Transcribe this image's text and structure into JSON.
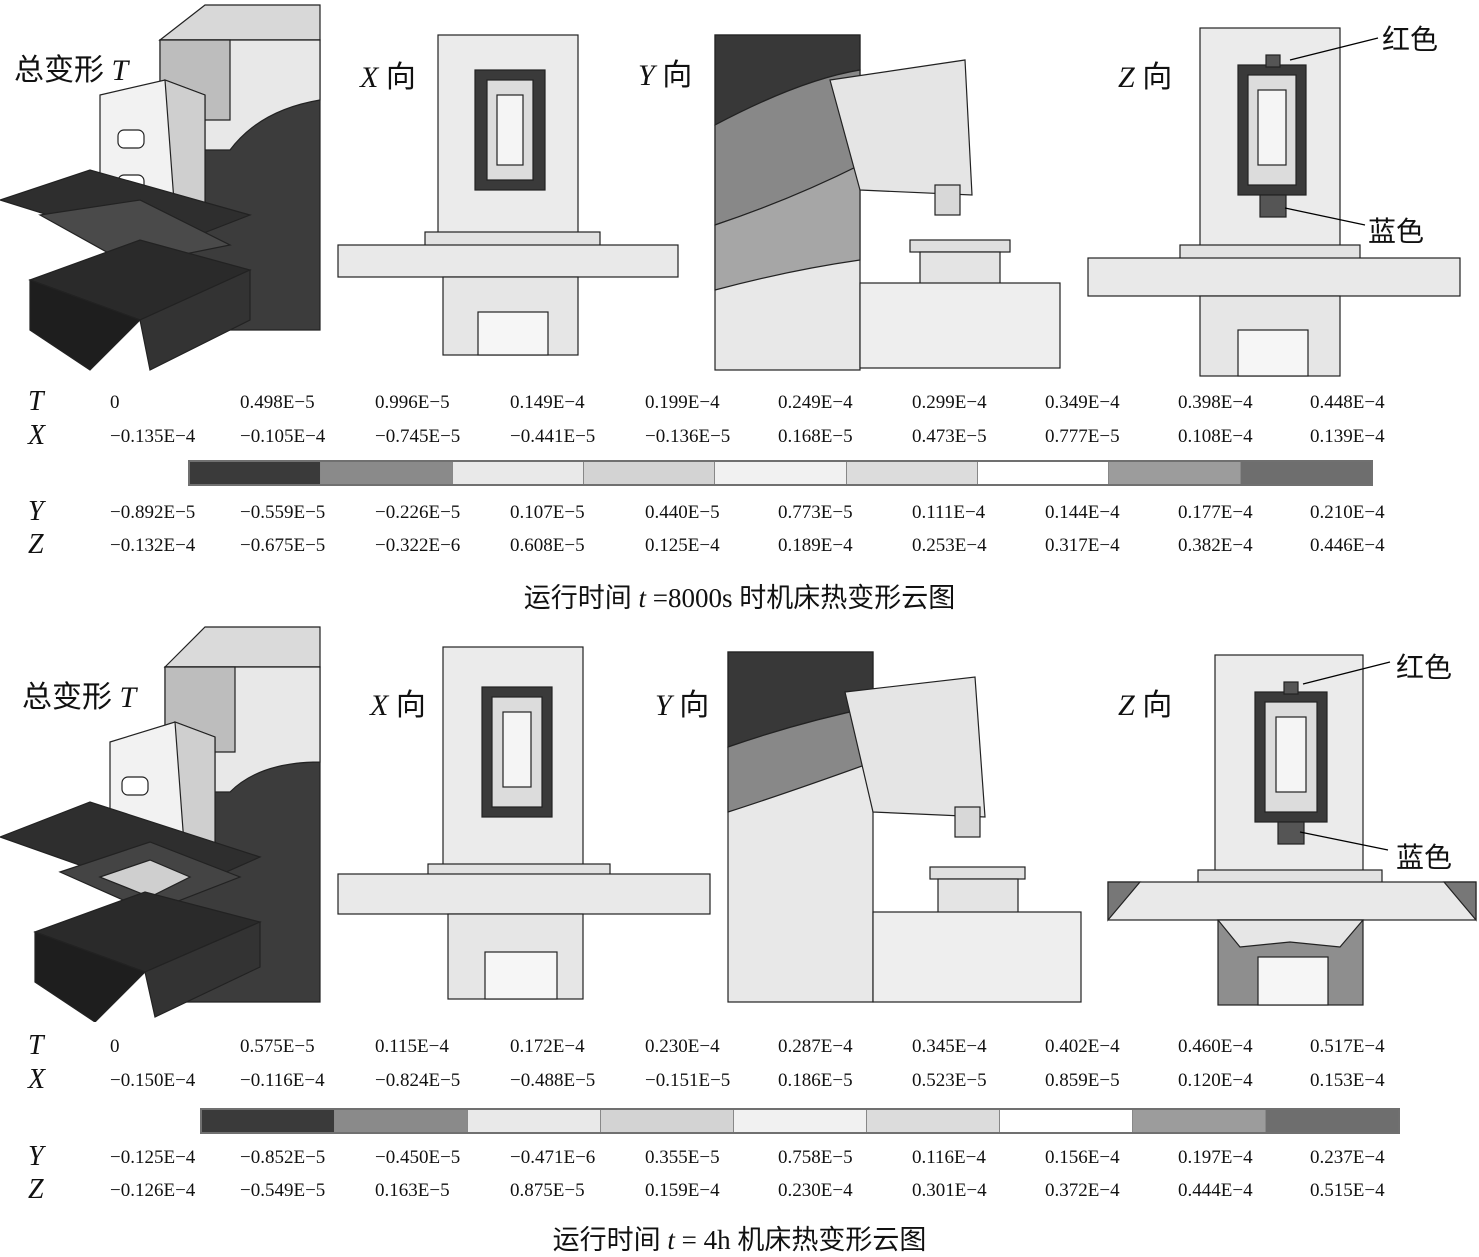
{
  "figure_top": {
    "total_label_prefix": "总变形",
    "total_label_symbol": "T",
    "x_label_symbol": "X",
    "x_label_suffix": "向",
    "y_label_symbol": "Y",
    "y_label_suffix": "向",
    "z_label_symbol": "Z",
    "z_label_suffix": "向",
    "callout_red": "红色",
    "callout_blue": "蓝色",
    "rows": {
      "T": {
        "symbol": "T",
        "values": [
          "0",
          "0.498E−5",
          "0.996E−5",
          "0.149E−4",
          "0.199E−4",
          "0.249E−4",
          "0.299E−4",
          "0.349E−4",
          "0.398E−4",
          "0.448E−4"
        ]
      },
      "X": {
        "symbol": "X",
        "values": [
          "−0.135E−4",
          "−0.105E−4",
          "−0.745E−5",
          "−0.441E−5",
          "−0.136E−5",
          "0.168E−5",
          "0.473E−5",
          "0.777E−5",
          "0.108E−4",
          "0.139E−4"
        ]
      },
      "Y": {
        "symbol": "Y",
        "values": [
          "−0.892E−5",
          "−0.559E−5",
          "−0.226E−5",
          "0.107E−5",
          "0.440E−5",
          "0.773E−5",
          "0.111E−4",
          "0.144E−4",
          "0.177E−4",
          "0.210E−4"
        ]
      },
      "Z": {
        "symbol": "Z",
        "values": [
          "−0.132E−4",
          "−0.675E−5",
          "−0.322E−6",
          "0.608E−5",
          "0.125E−4",
          "0.189E−4",
          "0.253E−4",
          "0.317E−4",
          "0.382E−4",
          "0.446E−4"
        ]
      }
    },
    "scale_colors": [
      "#3a3a3a",
      "#8a8a8a",
      "#e9e9e9",
      "#d3d3d3",
      "#f1f1f1",
      "#dcdcdc",
      "#ffffff",
      "#9c9c9c",
      "#6e6e6e"
    ],
    "caption_prefix": "运行时间",
    "caption_symbol": "t",
    "caption_suffix": " =8000s 时机床热变形云图"
  },
  "figure_bottom": {
    "total_label_prefix": "总变形",
    "total_label_symbol": "T",
    "x_label_symbol": "X",
    "x_label_suffix": "向",
    "y_label_symbol": "Y",
    "y_label_suffix": "向",
    "z_label_symbol": "Z",
    "z_label_suffix": "向",
    "callout_red": "红色",
    "callout_blue": "蓝色",
    "rows": {
      "T": {
        "symbol": "T",
        "values": [
          "0",
          "0.575E−5",
          "0.115E−4",
          "0.172E−4",
          "0.230E−4",
          "0.287E−4",
          "0.345E−4",
          "0.402E−4",
          "0.460E−4",
          "0.517E−4"
        ]
      },
      "X": {
        "symbol": "X",
        "values": [
          "−0.150E−4",
          "−0.116E−4",
          "−0.824E−5",
          "−0.488E−5",
          "−0.151E−5",
          "0.186E−5",
          "0.523E−5",
          "0.859E−5",
          "0.120E−4",
          "0.153E−4"
        ]
      },
      "Y": {
        "symbol": "Y",
        "values": [
          "−0.125E−4",
          "−0.852E−5",
          "−0.450E−5",
          "−0.471E−6",
          "0.355E−5",
          "0.758E−5",
          "0.116E−4",
          "0.156E−4",
          "0.197E−4",
          "0.237E−4"
        ]
      },
      "Z": {
        "symbol": "Z",
        "values": [
          "−0.126E−4",
          "−0.549E−5",
          "0.163E−5",
          "0.875E−5",
          "0.159E−4",
          "0.230E−4",
          "0.301E−4",
          "0.372E−4",
          "0.444E−4",
          "0.515E−4"
        ]
      }
    },
    "scale_colors": [
      "#3a3a3a",
      "#8a8a8a",
      "#e9e9e9",
      "#d3d3d3",
      "#f1f1f1",
      "#dcdcdc",
      "#ffffff",
      "#9c9c9c",
      "#6e6e6e"
    ],
    "caption_prefix": "运行时间",
    "caption_symbol": "t",
    "caption_suffix": " = 4h 机床热变形云图"
  }
}
